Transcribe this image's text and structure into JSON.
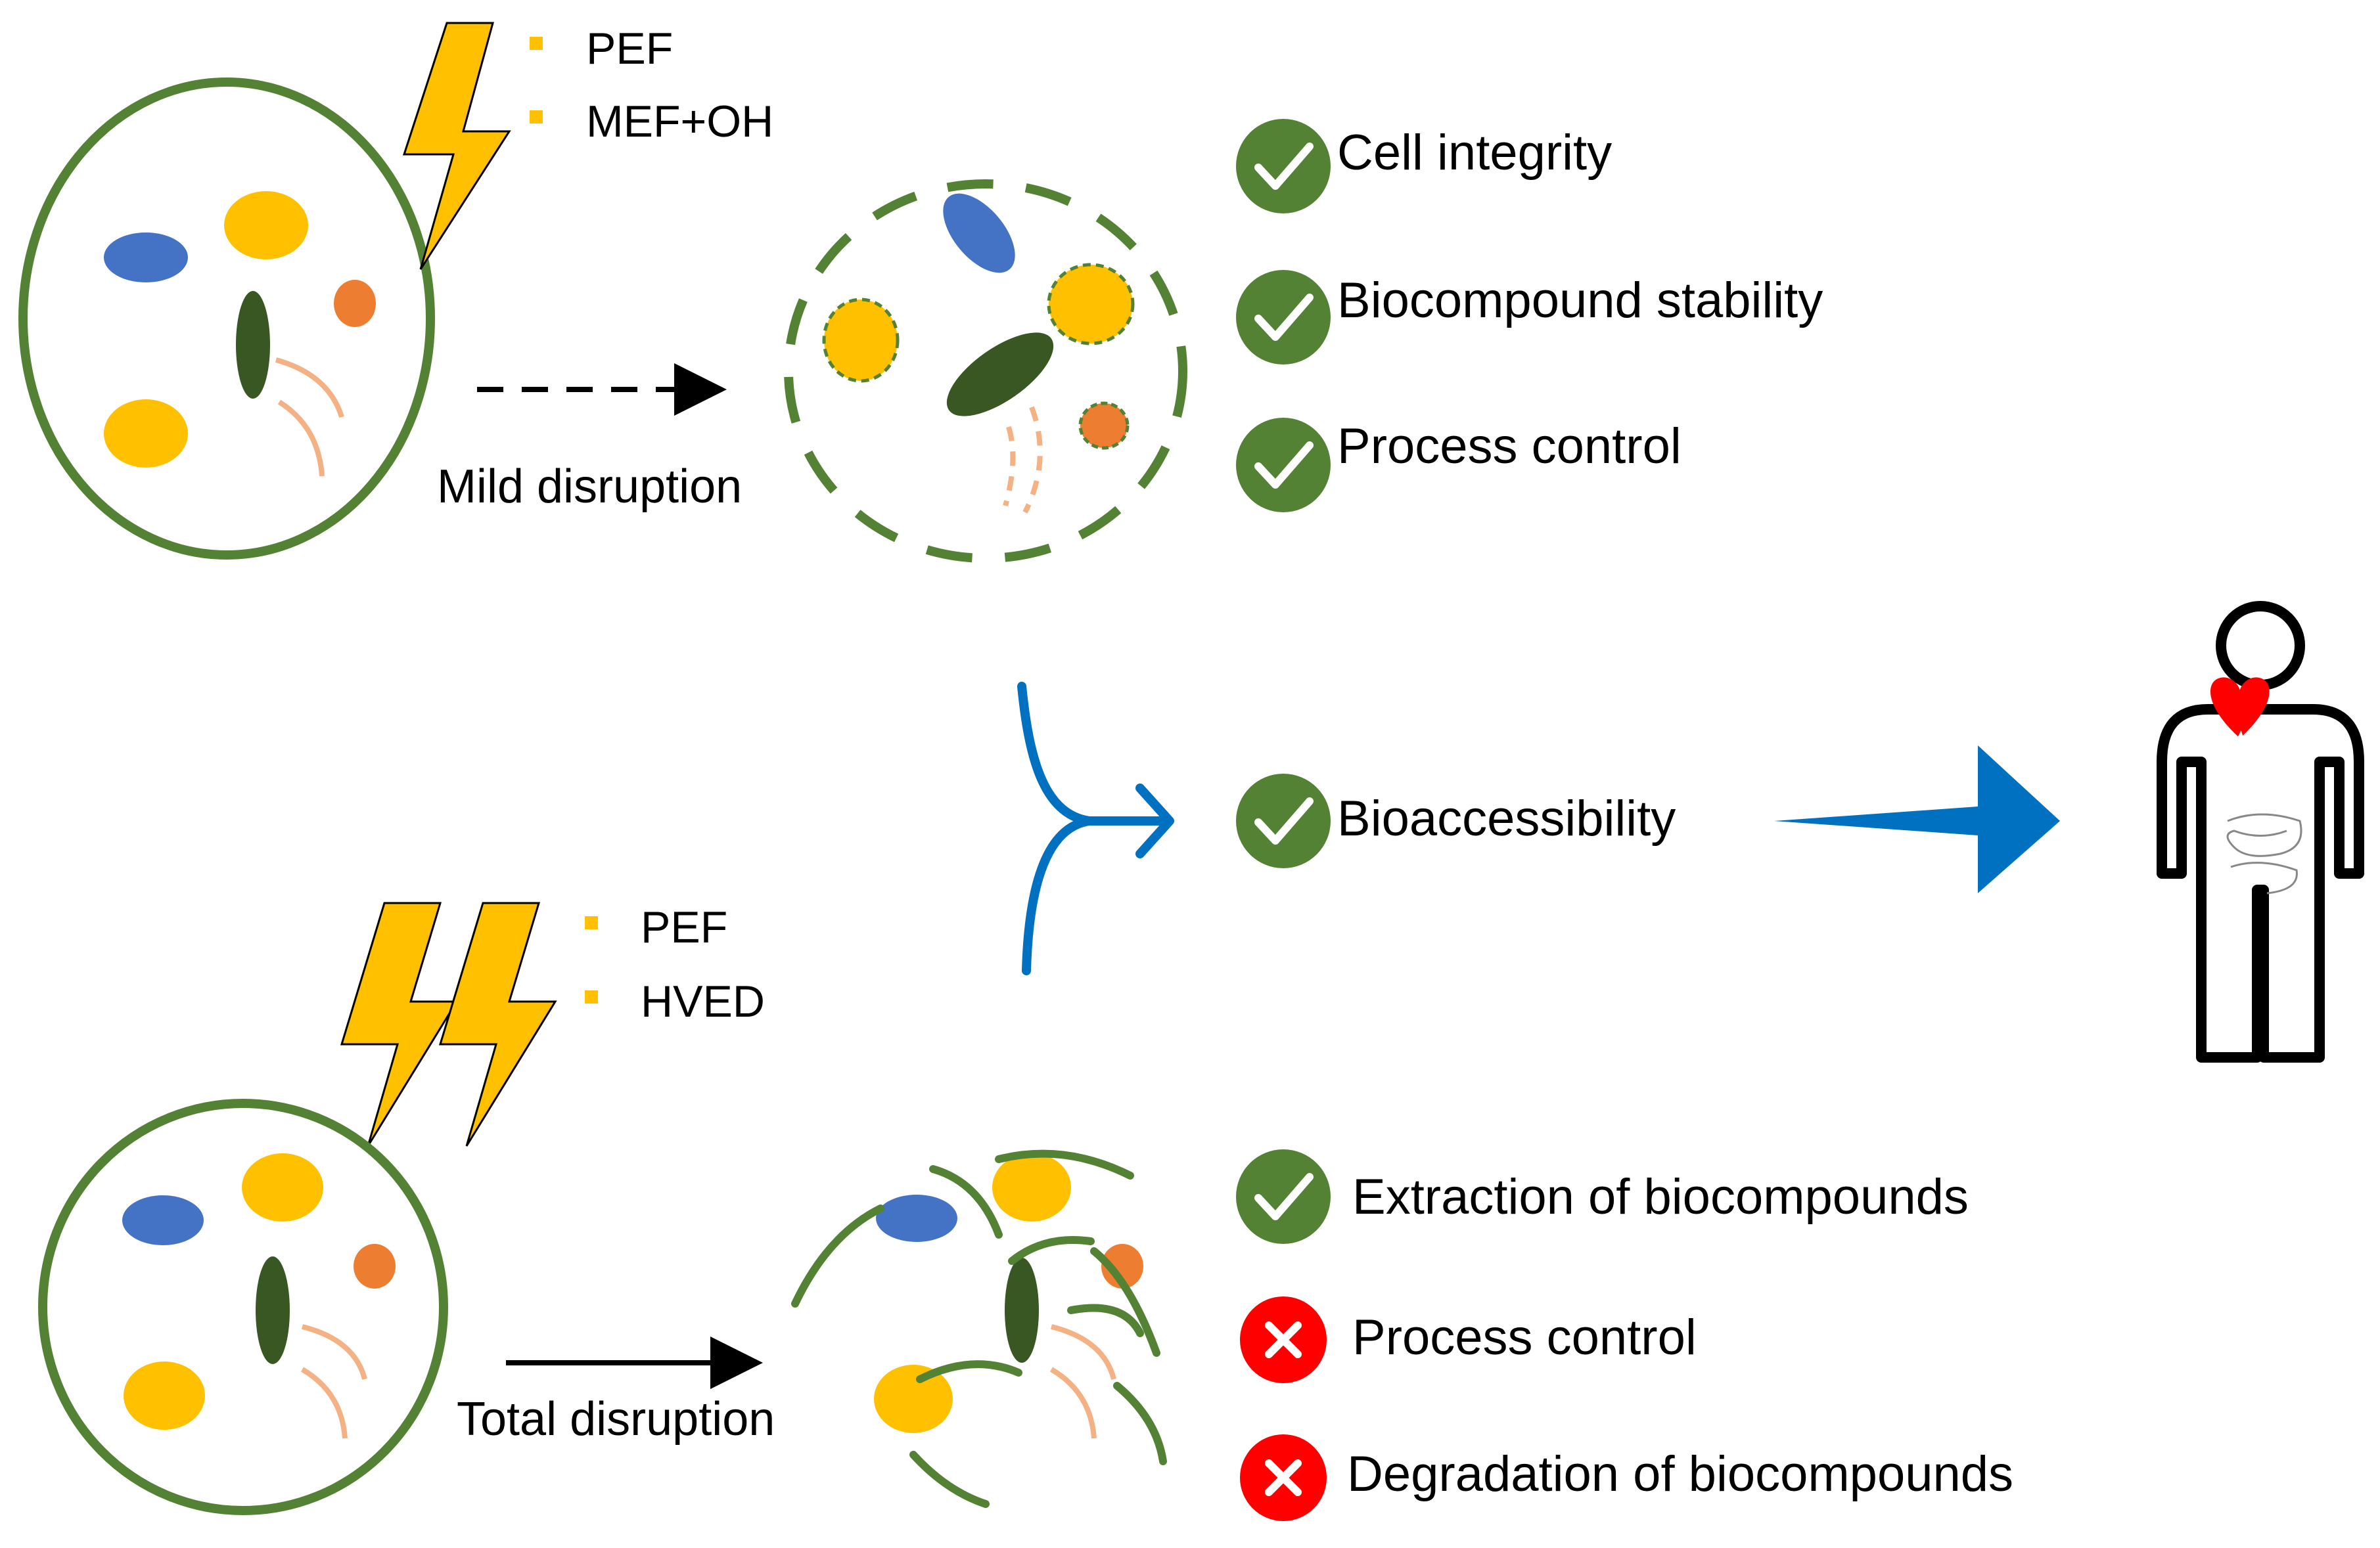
{
  "top_panel": {
    "bullets": [
      "PEF",
      "MEF+OH"
    ],
    "arrow_label": "Mild disruption",
    "checks": [
      {
        "status": "ok",
        "label": "Cell integrity"
      },
      {
        "status": "ok",
        "label": "Biocompound stability"
      },
      {
        "status": "ok",
        "label": "Process control"
      }
    ]
  },
  "middle": {
    "check": {
      "status": "ok",
      "label": "Bioaccessibility"
    },
    "target_icon": "human-body-heart-gut-icon"
  },
  "bottom_panel": {
    "bullets": [
      "PEF",
      "HVED"
    ],
    "arrow_label": "Total disruption",
    "checks": [
      {
        "status": "ok",
        "label": "Extraction of biocompounds"
      },
      {
        "status": "fail",
        "label": "Process control"
      },
      {
        "status": "fail",
        "label": "Degradation of biocompounds"
      }
    ]
  },
  "colors": {
    "cell_green": "#548235",
    "check_green": "#548235",
    "cross_red": "#ff0000",
    "yellow": "#ffc000",
    "blue": "#4472c4",
    "orange": "#ed7d31",
    "dark_green": "#385723",
    "salmon": "#f4b183",
    "merge_blue": "#0070c0",
    "heart_red": "#ff0000"
  }
}
